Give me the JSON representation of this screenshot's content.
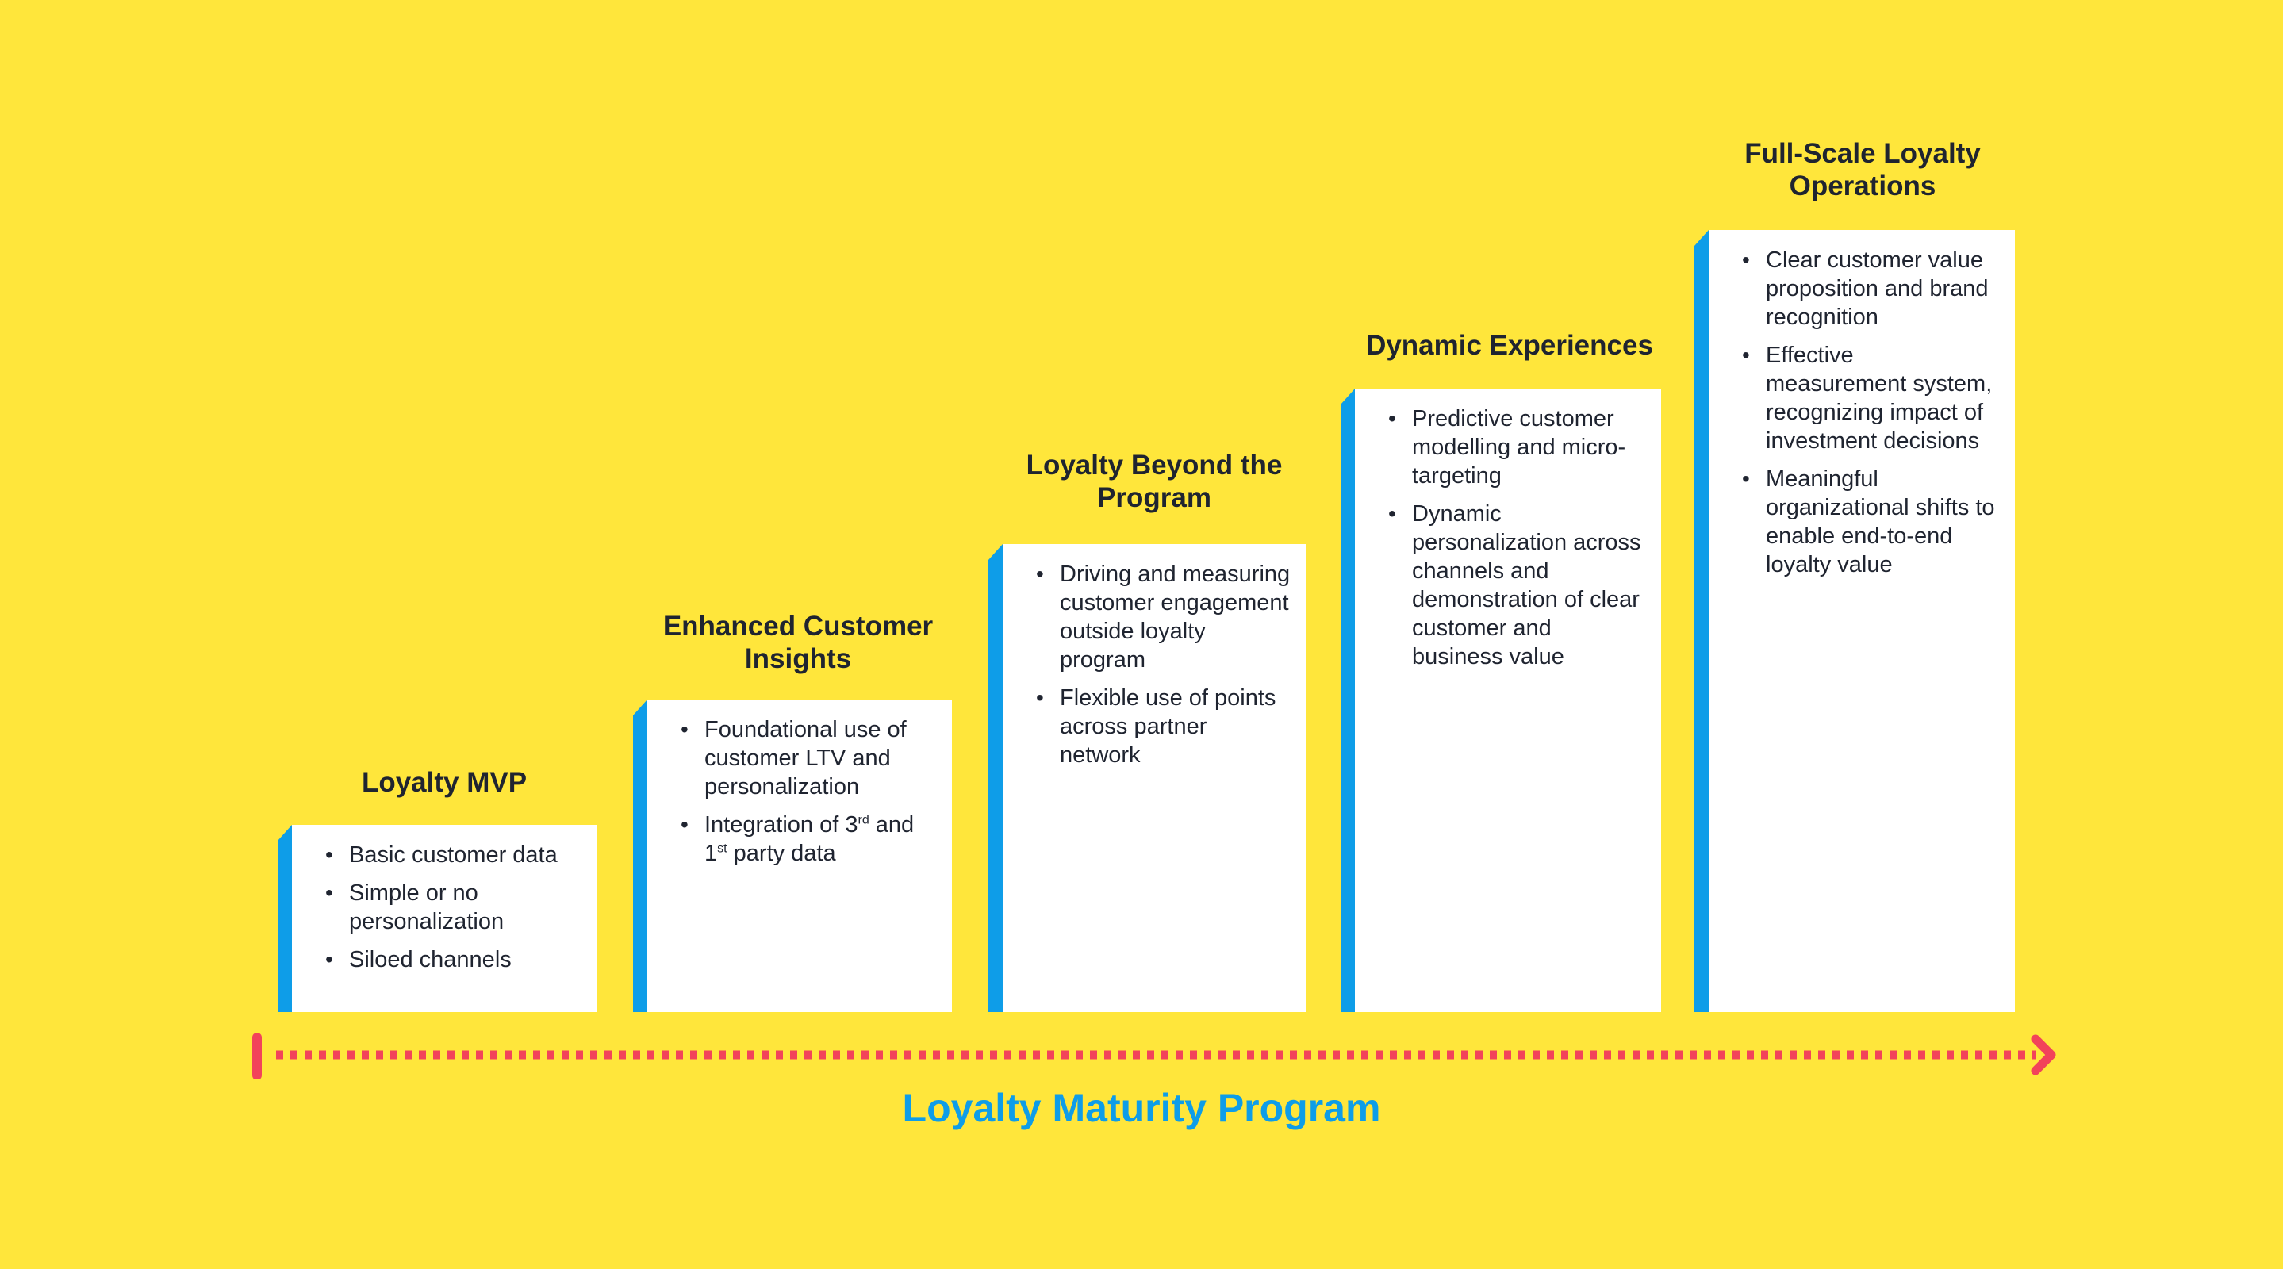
{
  "stages": [
    {
      "title": "Loyalty MVP",
      "items": [
        {
          "text": "Basic customer data"
        },
        {
          "text": "Simple or no personalization"
        },
        {
          "text": "Siloed channels"
        }
      ]
    },
    {
      "title": "Enhanced Customer Insights",
      "items": [
        {
          "text": "Foundational use of customer LTV and personalization"
        },
        {
          "text": "Integration of 3",
          "sup1": "rd",
          "text2": " and 1",
          "sup2": "st",
          "text3": " party data"
        }
      ]
    },
    {
      "title": "Loyalty Beyond the Program",
      "items": [
        {
          "text": "Driving and measuring customer engagement outside loyalty program"
        },
        {
          "text": "Flexible use of points across partner network"
        }
      ]
    },
    {
      "title": "Dynamic Experiences",
      "items": [
        {
          "text": "Predictive customer modelling and micro-targeting"
        },
        {
          "text": "Dynamic personalization across channels and demonstration of clear customer and business value"
        }
      ]
    },
    {
      "title": "Full-Scale Loyalty Operations",
      "items": [
        {
          "text": "Clear customer value proposition and brand recognition"
        },
        {
          "text": "Effective measurement system, recognizing impact of investment decisions"
        },
        {
          "text": "Meaningful organizational shifts to enable end-to-end loyalty value"
        }
      ]
    }
  ],
  "axis_label": "Loyalty Maturity Program",
  "colors": {
    "background": "#FFE63B",
    "accent_blue": "#0E9DE8",
    "arrow_red": "#F2435A",
    "text_dark": "#1f2430"
  }
}
